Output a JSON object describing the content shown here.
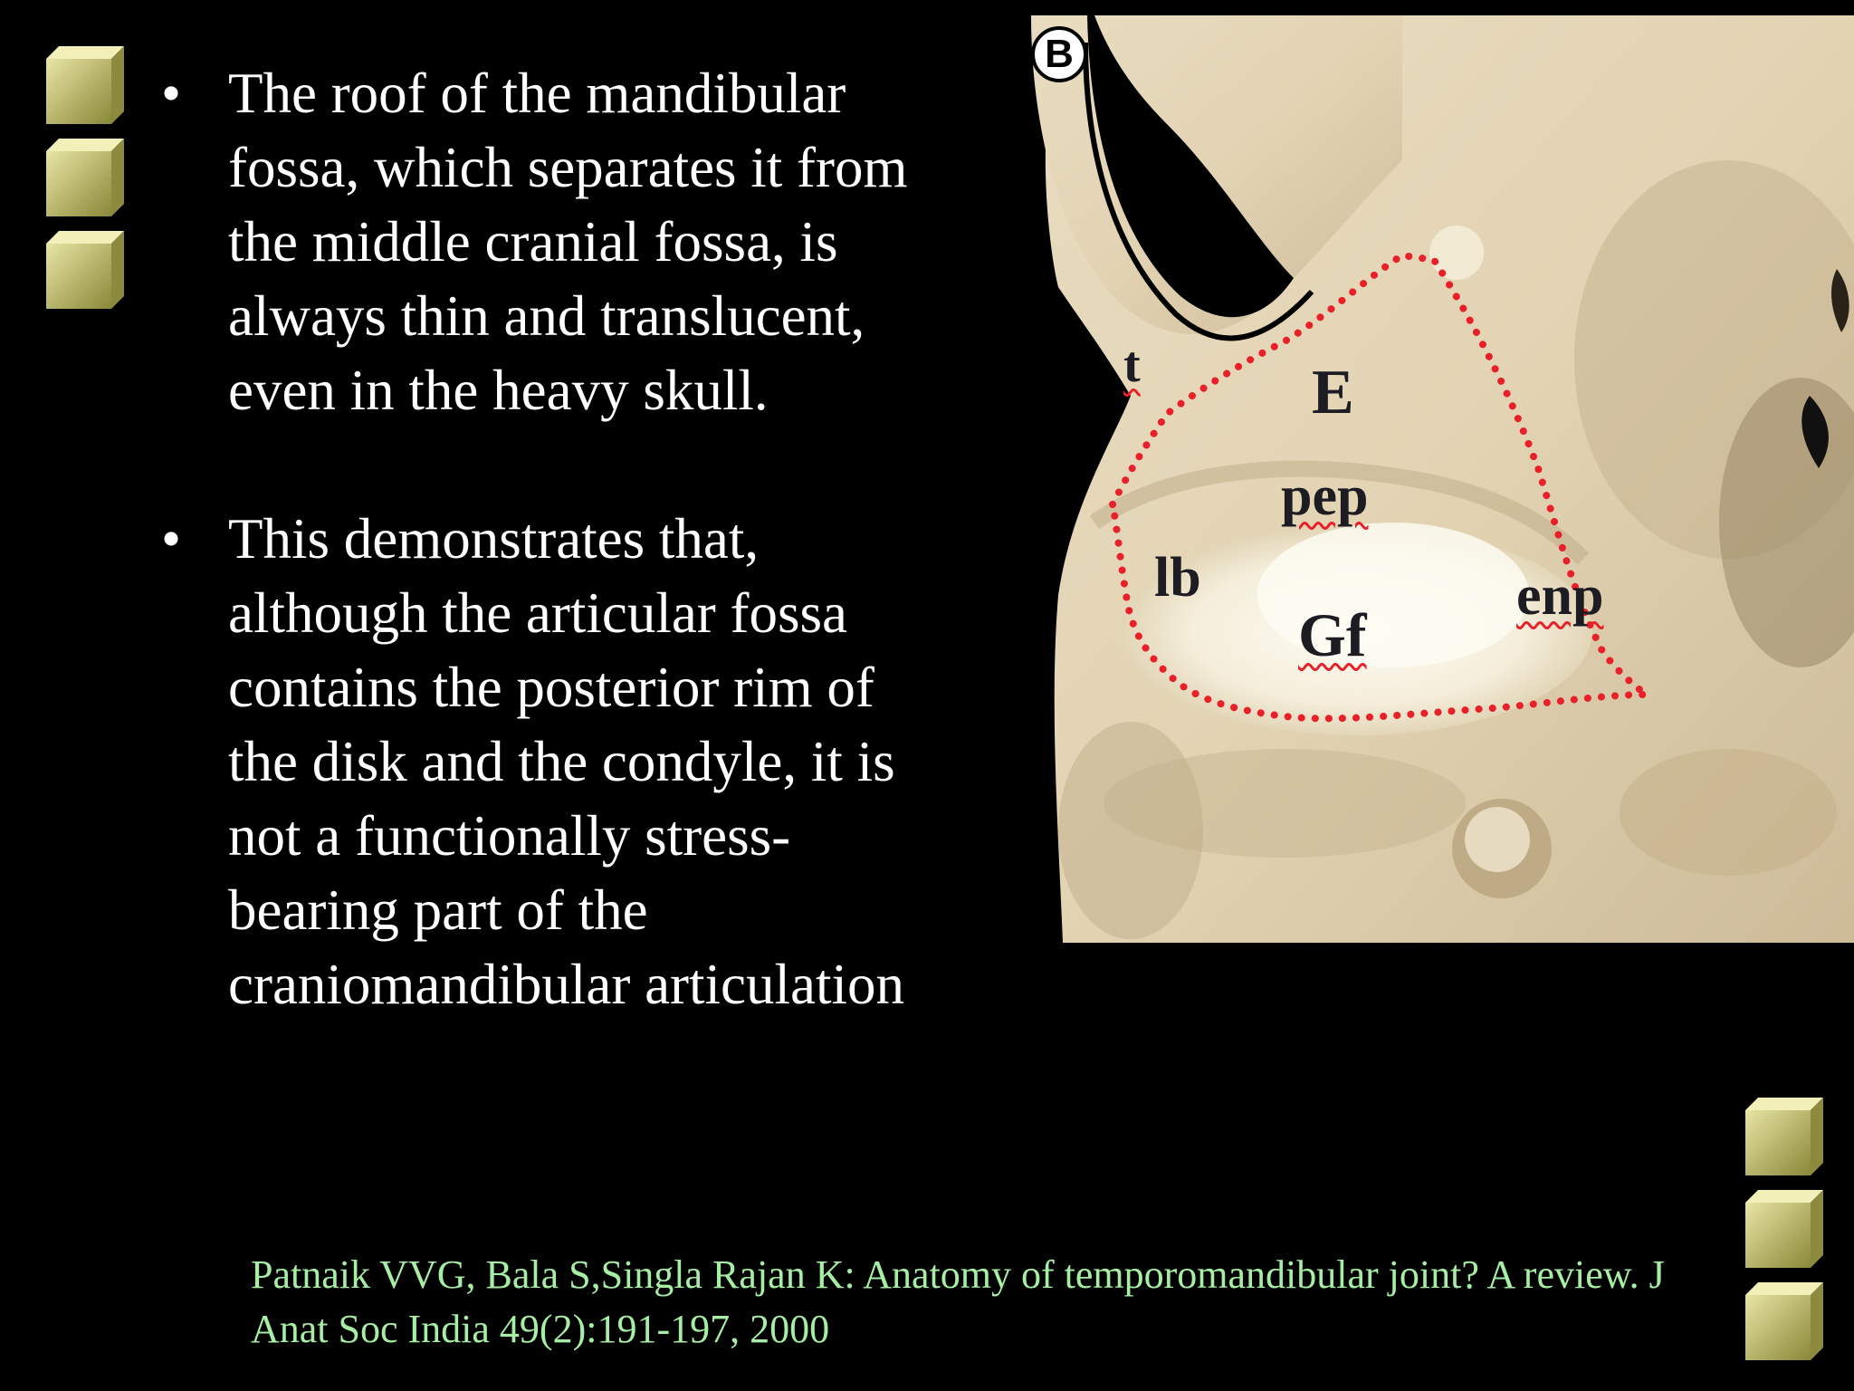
{
  "slide": {
    "bullets": [
      {
        "marker": "•",
        "text": "The roof of the mandibular fossa, which separates it from the middle cranial fossa, is always thin and translucent, even in the heavy skull."
      },
      {
        "marker": "•",
        "text": "This  demonstrates that, although the articular fossa contains the posterior rim of the disk and the condyle, it is not a functionally stress-bearing part of the craniomandibular articulation"
      }
    ],
    "figure": {
      "panel_label": "B",
      "labels": {
        "t": "t",
        "E": "E",
        "pep": "pep",
        "lb": "lb",
        "Gf": "Gf",
        "enp": "enp"
      },
      "outline_color": "#e8202a"
    },
    "citation": "Patnaik VVG, Bala S,Singla Rajan K: Anatomy of temporomandibular joint? A review. J Anat Soc India 49(2):191-197, 2000",
    "colors": {
      "background": "#000000",
      "text": "#ffffff",
      "citation": "#a6eea4",
      "cube_face": "#d4d28c"
    },
    "decorations": {
      "cube_icon": "beveled-cube-icon"
    }
  }
}
